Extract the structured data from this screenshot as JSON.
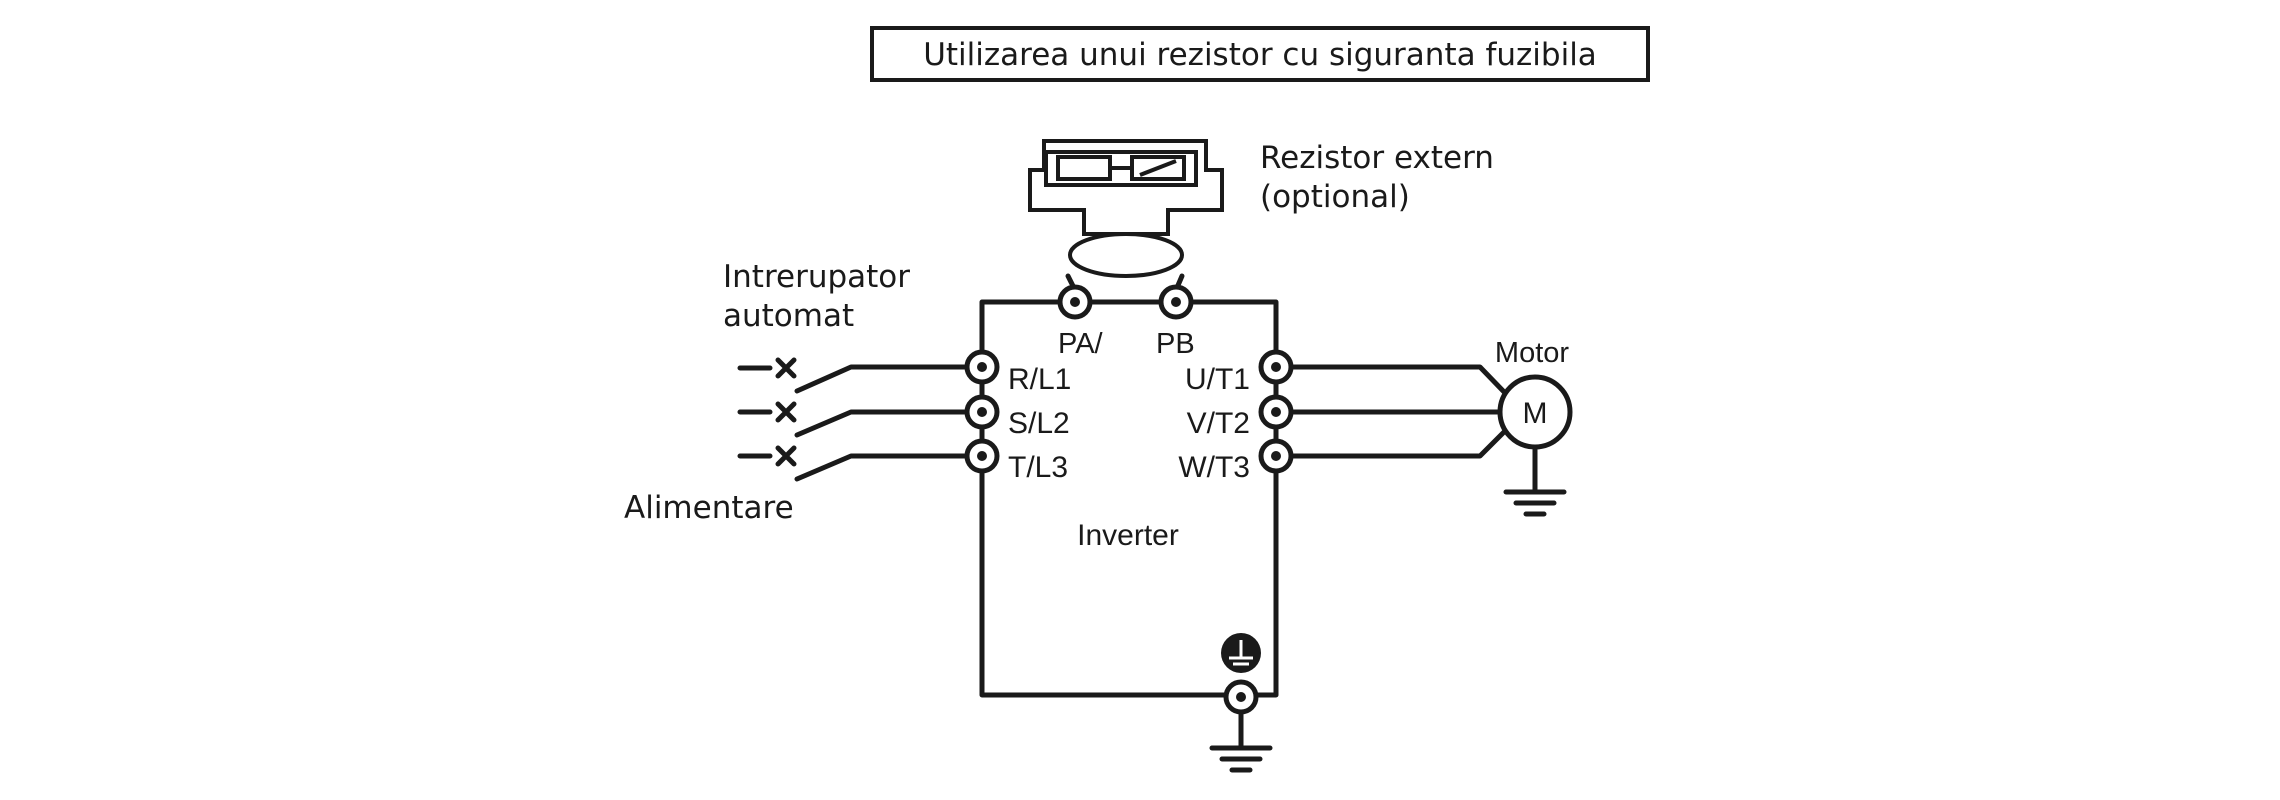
{
  "title": "Utilizarea unui rezistor cu siguranta fuzibila",
  "labels": {
    "resistor": [
      "Rezistor extern",
      "(optional)"
    ],
    "breaker": [
      "Intrerupator",
      "automat"
    ],
    "supply": "Alimentare",
    "inverter": "Inverter",
    "motor_title": "Motor",
    "motor_symbol": "M"
  },
  "terminals": {
    "top": [
      "PA/",
      "PB"
    ],
    "inputs": [
      "R/L1",
      "S/L2",
      "T/L3"
    ],
    "outputs": [
      "U/T1",
      "V/T2",
      "W/T3"
    ]
  },
  "colors": {
    "ink": "#1a1a1a",
    "background": "#ffffff"
  },
  "icons": [
    "ground-icon",
    "switch-icon",
    "fuse-icon",
    "terminal-icon"
  ]
}
